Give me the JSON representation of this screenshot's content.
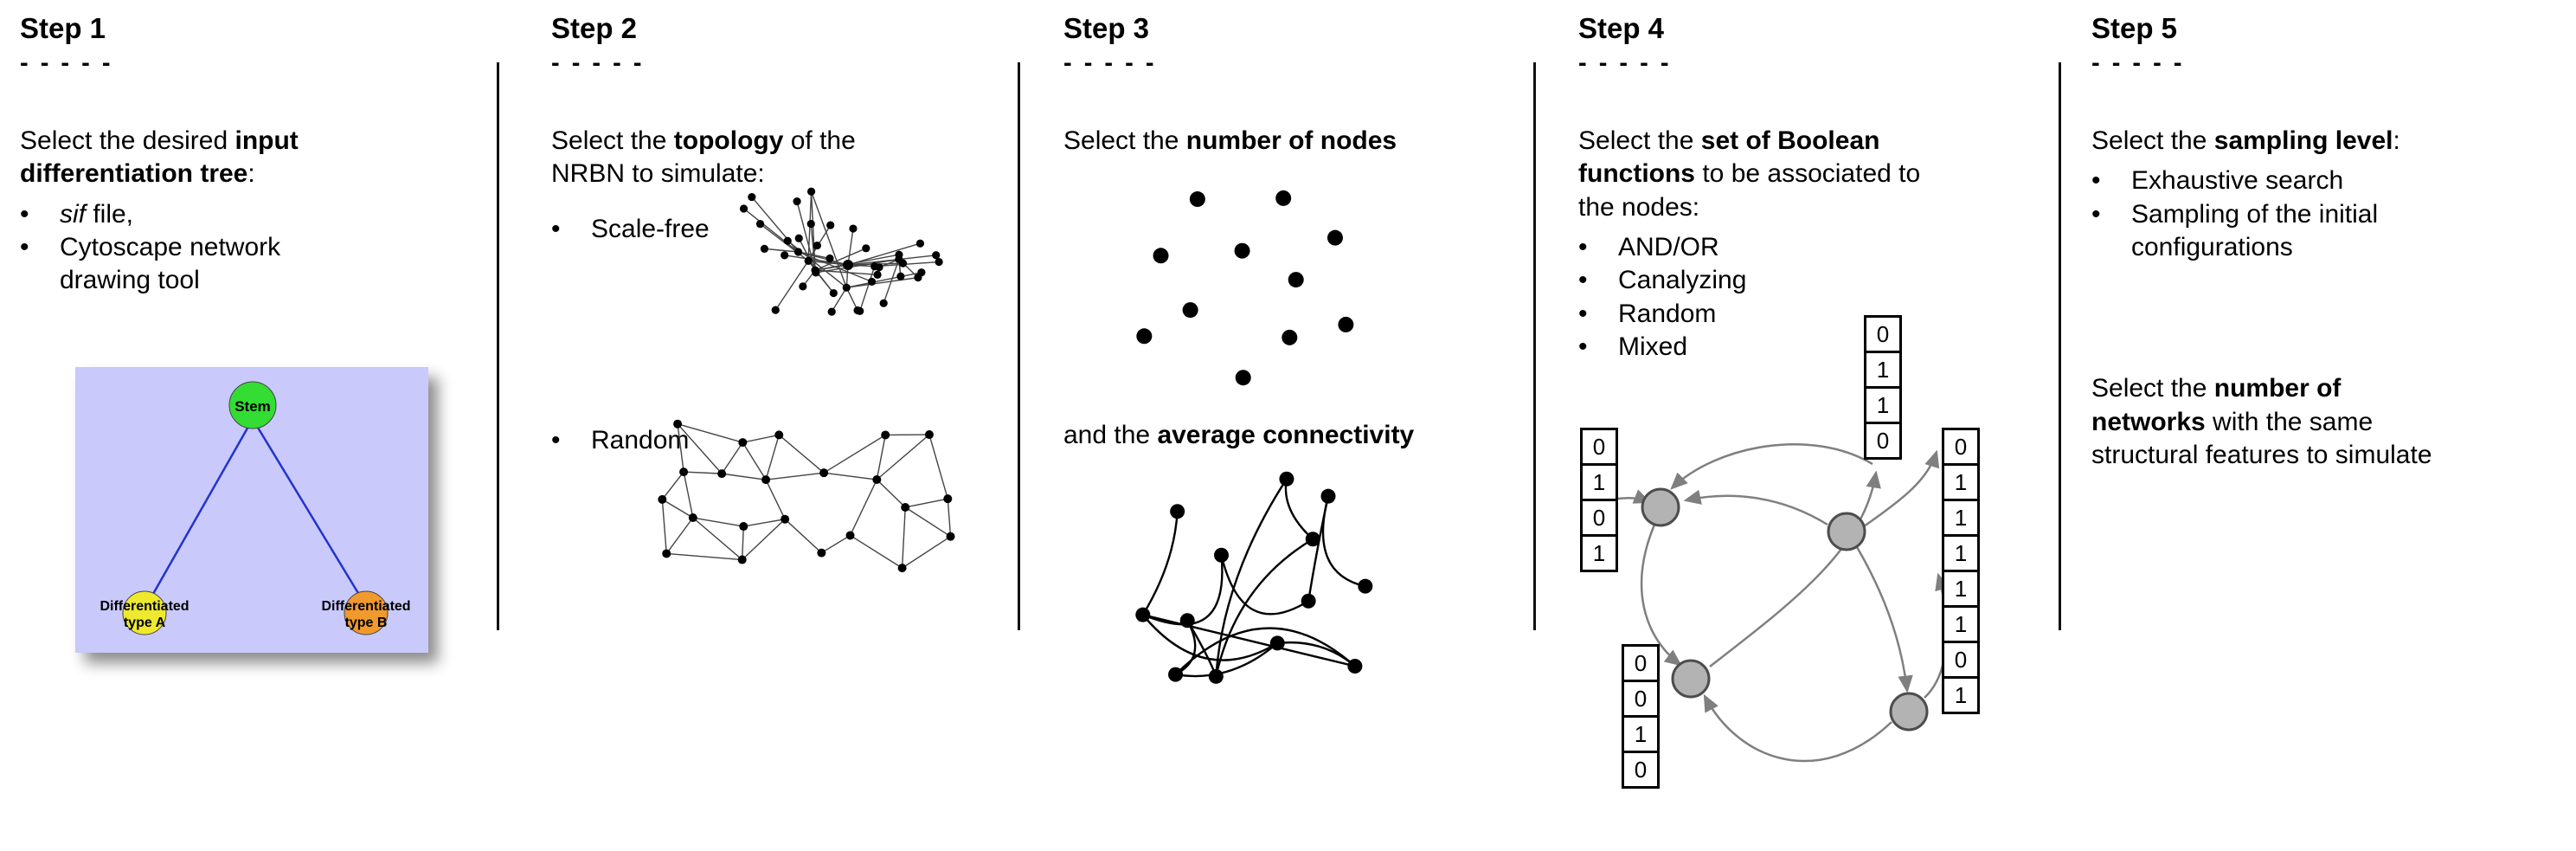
{
  "colors": {
    "background": "#ffffff",
    "text": "#000000",
    "divider": "#111111",
    "tree_background": "#c9c9fb",
    "tree_edge_blue": "#2233cc",
    "stem_node_green": "#33dd33",
    "type_a_node_yellow": "#efe92e",
    "type_b_node_orange": "#f09a2d",
    "network_node_black": "#000000",
    "boolean_node_gray": "#b3b3b3",
    "arrow_gray": "#7f7f7f",
    "truth_table_border": "#000000"
  },
  "steps": [
    {
      "title": "Step 1",
      "dashes": "- - - - -",
      "intro": [
        [
          {
            "t": "Select the desired "
          },
          {
            "t": "input",
            "b": 1
          }
        ],
        [
          {
            "t": "differentiation tree",
            "b": 1
          },
          {
            "t": ":"
          }
        ]
      ],
      "bullets": [
        [
          [
            {
              "t": "sif",
              "i": 1
            },
            {
              "t": " file,"
            }
          ]
        ],
        [
          [
            {
              "t": "Cytoscape network"
            }
          ],
          [
            {
              "t": "drawing tool"
            }
          ]
        ]
      ],
      "tree": {
        "background_color": "#c9c9fb",
        "edge_color": "#2233cc",
        "nodes": [
          {
            "lines": [
              "Stem"
            ],
            "color": "#33dd33"
          },
          {
            "lines": [
              "Differentiated",
              "type A"
            ],
            "color": "#efe92e"
          },
          {
            "lines": [
              "Differentiated",
              "type B"
            ],
            "color": "#f09a2d"
          }
        ]
      }
    },
    {
      "title": "Step 2",
      "dashes": "- - - - -",
      "intro": [
        [
          {
            "t": "Select the "
          },
          {
            "t": "topology",
            "b": 1
          },
          {
            "t": " of the"
          }
        ],
        [
          {
            "t": "NRBN to simulate:"
          }
        ]
      ],
      "bullets": [
        [
          [
            {
              "t": "Scale-free"
            }
          ]
        ],
        [
          [
            {
              "t": "Random"
            }
          ]
        ]
      ]
    },
    {
      "title": "Step 3",
      "dashes": "- - - - -",
      "intro": [
        [
          {
            "t": "Select the "
          },
          {
            "t": "number of nodes",
            "b": 1
          }
        ]
      ],
      "connectivity_text": [
        [
          {
            "t": "and the "
          },
          {
            "t": "average connectivity",
            "b": 1
          }
        ]
      ]
    },
    {
      "title": "Step 4",
      "dashes": "- - - - -",
      "intro": [
        [
          {
            "t": "Select the "
          },
          {
            "t": "set of Boolean",
            "b": 1
          }
        ],
        [
          {
            "t": "functions",
            "b": 1
          },
          {
            "t": " to be associated to"
          }
        ],
        [
          {
            "t": "the nodes:"
          }
        ]
      ],
      "bullets": [
        [
          [
            {
              "t": "AND/OR"
            }
          ]
        ],
        [
          [
            {
              "t": "Canalyzing"
            }
          ]
        ],
        [
          [
            {
              "t": "Random"
            }
          ]
        ],
        [
          [
            {
              "t": "Mixed"
            }
          ]
        ]
      ],
      "truth_tables": {
        "left": [
          "0",
          "1",
          "0",
          "1"
        ],
        "top": [
          "0",
          "1",
          "1",
          "0"
        ],
        "bottom_left": [
          "0",
          "0",
          "1",
          "0"
        ],
        "right": [
          "0",
          "1",
          "1",
          "1",
          "1",
          "1",
          "0",
          "1"
        ]
      }
    },
    {
      "title": "Step 5",
      "dashes": "- - - - -",
      "intro": [
        [
          {
            "t": "Select the "
          },
          {
            "t": "sampling level",
            "b": 1
          },
          {
            "t": ":"
          }
        ]
      ],
      "bullets": [
        [
          [
            {
              "t": "Exhaustive search"
            }
          ]
        ],
        [
          [
            {
              "t": "Sampling of the initial"
            }
          ],
          [
            {
              "t": "configurations"
            }
          ]
        ]
      ],
      "networks_text": [
        [
          {
            "t": "Select the "
          },
          {
            "t": "number of",
            "b": 1
          }
        ],
        [
          {
            "t": "networks",
            "b": 1
          },
          {
            "t": " with the same"
          }
        ],
        [
          {
            "t": "structural features to simulate"
          }
        ]
      ]
    }
  ]
}
